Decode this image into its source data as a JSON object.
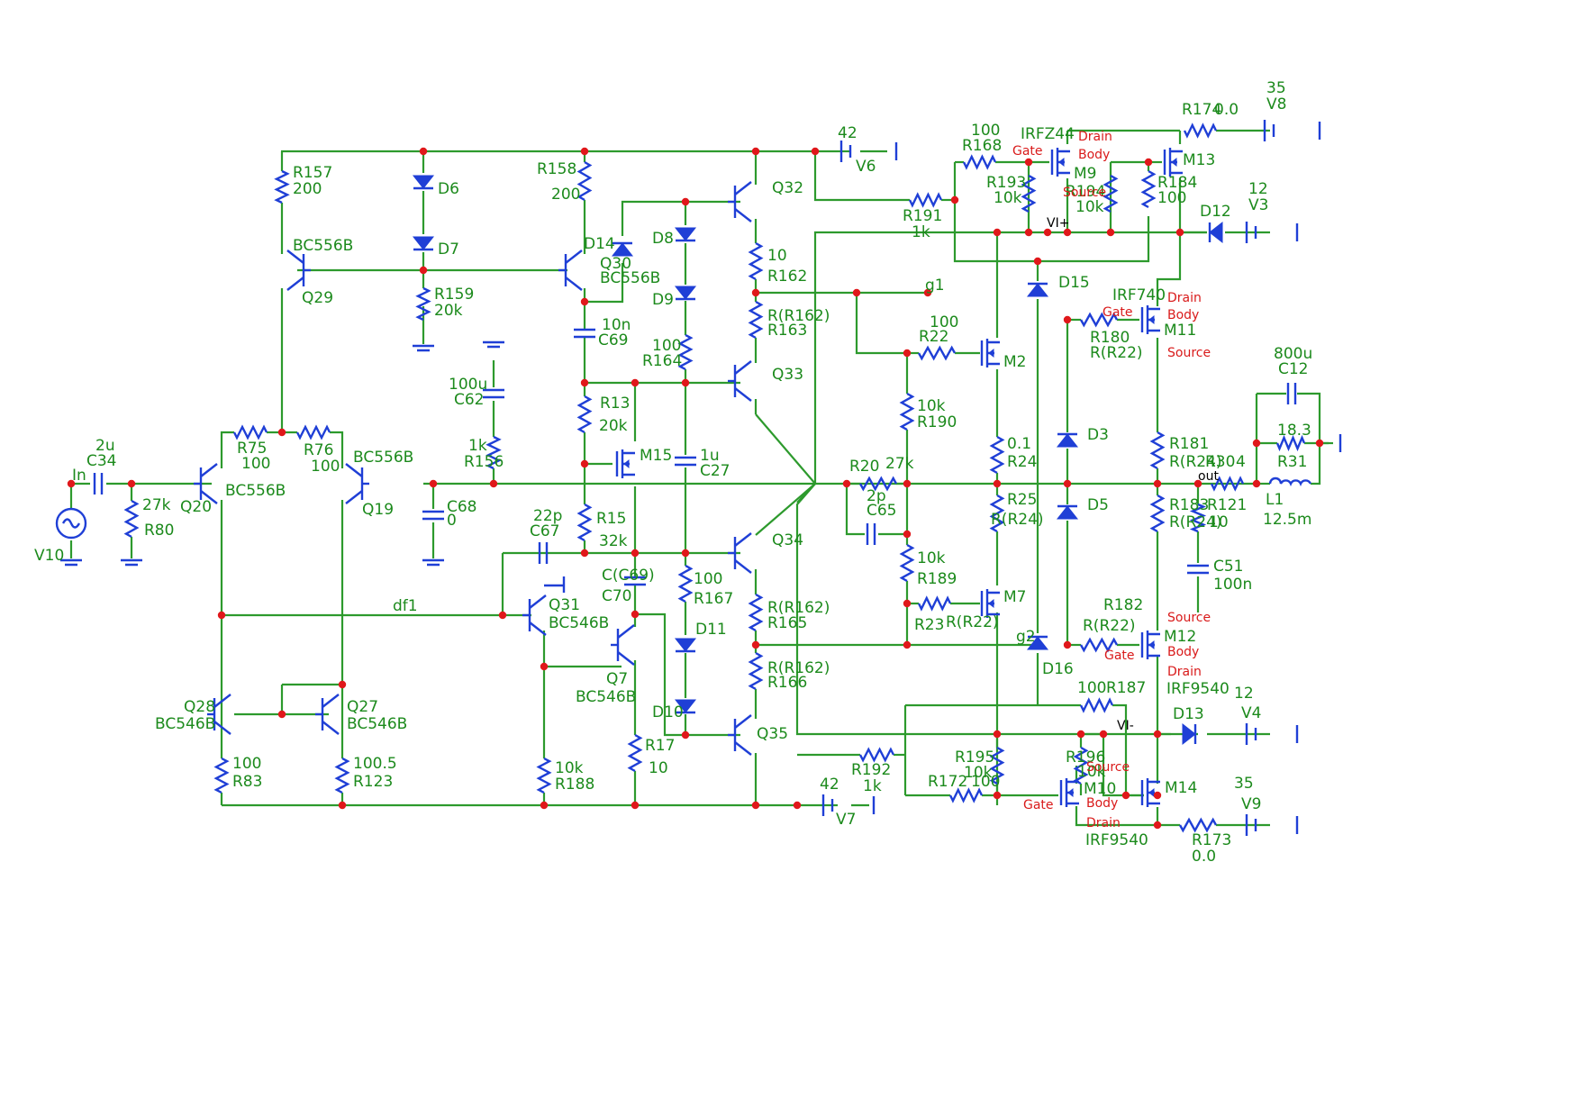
{
  "schematic": {
    "wire_color": "#2d9a2d",
    "component_color": "#1f3fd6",
    "label_color": "#1c8a1c",
    "pin_label_color": "#d91a1a",
    "junction_color": "#e0181b",
    "nets": {
      "in": "In",
      "df1": "df1",
      "g1": "g1",
      "g2": "g2",
      "out": "out",
      "vi_plus": "VI+",
      "vi_minus": "VI-"
    },
    "sources": {
      "V10": "V10",
      "V6": {
        "name": "V6",
        "value": "42"
      },
      "V7": {
        "name": "V7",
        "value": "42"
      },
      "V8": {
        "name": "V8",
        "value": "35"
      },
      "V9": {
        "name": "V9",
        "value": "35"
      },
      "V3": {
        "name": "V3",
        "value": "12"
      },
      "V4": {
        "name": "V4",
        "value": "12"
      }
    },
    "resistors": {
      "R80": {
        "name": "R80",
        "value": "27k"
      },
      "R75": {
        "name": "R75",
        "value": "100"
      },
      "R76": {
        "name": "R76",
        "value": "100"
      },
      "R157": {
        "name": "R157",
        "value": "200"
      },
      "R159": {
        "name": "R159",
        "value": "20k"
      },
      "R158": {
        "name": "R158",
        "value": "200"
      },
      "R156": {
        "name": "R156",
        "value": "1k"
      },
      "R13": {
        "name": "R13",
        "value": "20k"
      },
      "R15": {
        "name": "R15",
        "value": "32k"
      },
      "R164": {
        "name": "R164",
        "value": "100"
      },
      "R167": {
        "name": "R167",
        "value": "100"
      },
      "R162": {
        "name": "R162",
        "value": "10"
      },
      "R163": {
        "name": "R163",
        "value": "R(R162)"
      },
      "R165": {
        "name": "R165",
        "value": "R(R162)"
      },
      "R166": {
        "name": "R166",
        "value": "R(R162)"
      },
      "R83": {
        "name": "R83",
        "value": "100"
      },
      "R123": {
        "name": "R123",
        "value": "100.5"
      },
      "R188": {
        "name": "R188",
        "value": "10k"
      },
      "R17": {
        "name": "R17",
        "value": "10"
      },
      "R191": {
        "name": "R191",
        "value": "1k"
      },
      "R192": {
        "name": "R192",
        "value": "1k"
      },
      "R20": {
        "name": "R20",
        "value": "27k"
      },
      "R22": {
        "name": "R22",
        "value": "100"
      },
      "R23": {
        "name": "R23",
        "value": "R(R22)"
      },
      "R190": {
        "name": "R190",
        "value": "10k"
      },
      "R189": {
        "name": "R189",
        "value": "10k"
      },
      "R24": {
        "name": "R24",
        "value": "0.1"
      },
      "R25": {
        "name": "R25",
        "value": "R(R24)"
      },
      "R168": {
        "name": "R168",
        "value": "100"
      },
      "R193": {
        "name": "R193",
        "value": "10k"
      },
      "R194": {
        "name": "R194",
        "value": "10k"
      },
      "R184": {
        "name": "R184",
        "value": "100"
      },
      "R174": {
        "name": "R174",
        "value": "0.0"
      },
      "R180": {
        "name": "R180",
        "value": "R(R22)"
      },
      "R181": {
        "name": "R181",
        "value": "R(R24)"
      },
      "R183": {
        "name": "R183",
        "value": "R(R24)"
      },
      "R182": {
        "name": "R182",
        "value": "R(R22)"
      },
      "R121": {
        "name": "R121",
        "value": "10"
      },
      "R30": {
        "name": "R30",
        "value": "4"
      },
      "R31": {
        "name": "R31",
        "value": "18.3"
      },
      "R187": {
        "name": "R187",
        "value": "100"
      },
      "R195": {
        "name": "R195",
        "value": "10k"
      },
      "R196": {
        "name": "R196",
        "value": "10k"
      },
      "R172": {
        "name": "R172",
        "value": "100"
      },
      "R173": {
        "name": "R173",
        "value": "0.0"
      }
    },
    "capacitors": {
      "C34": {
        "name": "C34",
        "value": "2u"
      },
      "C68": {
        "name": "C68",
        "value": "0"
      },
      "C62": {
        "name": "C62",
        "value": "100u"
      },
      "C69": {
        "name": "C69",
        "value": "10n"
      },
      "C67": {
        "name": "C67",
        "value": "22p"
      },
      "C70": {
        "name": "C70",
        "value": "C(C69)"
      },
      "C27": {
        "name": "C27",
        "value": "1u"
      },
      "C65": {
        "name": "C65",
        "value": "2p"
      },
      "C51": {
        "name": "C51",
        "value": "100n"
      },
      "C12": {
        "name": "C12",
        "value": "800u"
      }
    },
    "inductors": {
      "L1": {
        "name": "L1",
        "value": "12.5m"
      }
    },
    "diodes": [
      "D6",
      "D7",
      "D14",
      "D8",
      "D9",
      "D11",
      "D10",
      "D12",
      "D15",
      "D3",
      "D5",
      "D16",
      "D13"
    ],
    "bjts": {
      "Q20": {
        "name": "Q20",
        "model": "BC556B"
      },
      "Q19": {
        "name": "Q19",
        "model": "BC556B"
      },
      "Q29": {
        "name": "Q29",
        "model": "BC556B"
      },
      "Q30": {
        "name": "Q30",
        "model": "BC556B"
      },
      "Q32": {
        "name": "Q32"
      },
      "Q33": {
        "name": "Q33"
      },
      "Q34": {
        "name": "Q34"
      },
      "Q35": {
        "name": "Q35"
      },
      "Q31": {
        "name": "Q31",
        "model": "BC546B"
      },
      "Q7": {
        "name": "Q7",
        "model": "BC546B"
      },
      "Q28": {
        "name": "Q28",
        "model": "BC546B"
      },
      "Q27": {
        "name": "Q27",
        "model": "BC546B"
      }
    },
    "mosfets": {
      "M15": "M15",
      "M2": "M2",
      "M7": "M7",
      "M9": {
        "name": "M9",
        "model": "IRFZ44"
      },
      "M13": "M13",
      "M11": {
        "name": "M11",
        "model": "IRF740"
      },
      "M12": {
        "name": "M12",
        "model": "IRF9540"
      },
      "M10": {
        "name": "M10",
        "model": "IRF9540"
      },
      "M14": "M14"
    },
    "pins": {
      "gate": "Gate",
      "drain": "Drain",
      "body": "Body",
      "source": "Source"
    }
  }
}
